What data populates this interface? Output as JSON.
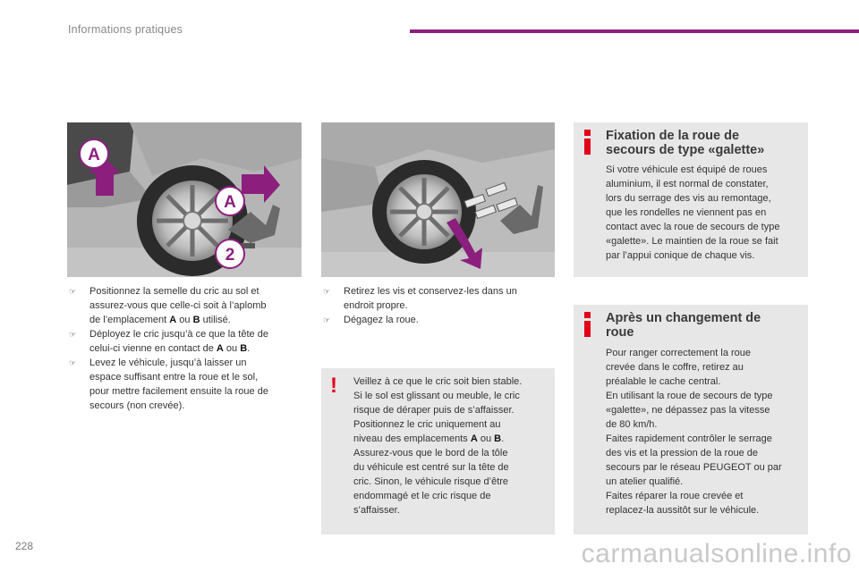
{
  "header": {
    "title": "Informations pratiques",
    "accent_color": "#8c1f7e"
  },
  "page_number": "228",
  "watermark": "carmanualsonline.info",
  "illustrations": {
    "left": {
      "labels": [
        "A",
        "A",
        "2"
      ]
    },
    "right": {}
  },
  "left_column": {
    "bullet_icon": "pointing-finger-icon",
    "items": [
      {
        "lines": [
          "Positionnez la semelle du cric au sol et",
          "assurez-vous que celle-ci soit à l’aplomb"
        ],
        "last_pre": "de l’emplacement ",
        "b1": "A",
        "mid": " ou ",
        "b2": "B",
        "post": " utilisé."
      },
      {
        "lines": [
          "Déployez le cric jusqu’à ce que la tête de"
        ],
        "last_pre": "celui-ci vienne en contact de ",
        "b1": "A",
        "mid": " ou ",
        "b2": "B",
        "post": "."
      },
      {
        "lines": [
          "Levez le véhicule, jusqu’à laisser un",
          "espace suffisant entre la roue et le sol,",
          "pour mettre facilement ensuite la roue de",
          "secours (non crevée)."
        ]
      }
    ]
  },
  "middle_column": {
    "items": [
      {
        "lines": [
          "Retirez les vis et conservez-les dans un",
          "endroit propre."
        ]
      },
      {
        "lines": [
          "Dégagez la roue."
        ]
      }
    ],
    "warning": {
      "icon": "exclamation-icon",
      "line1": "Veillez à ce que le cric soit bien stable.",
      "line2": "Si le sol est glissant ou meuble, le cric",
      "line3": "risque de déraper puis de s’affaisser.",
      "line4": "Positionnez le cric uniquement au",
      "line5_pre": "niveau des emplacements ",
      "b1": "A",
      "line5_mid": " ou ",
      "b2": "B",
      "line5_post": ".",
      "rest": [
        "Assurez-vous que le bord de la tôle",
        "du véhicule est centré sur la tête de",
        "cric. Sinon, le véhicule risque d’être",
        "endommagé et le cric risque de",
        "s’affaisser."
      ]
    }
  },
  "info_boxes": [
    {
      "icon": "info-icon",
      "title_lines": [
        "Fixation de la roue de",
        "secours de type «galette»"
      ],
      "lines": [
        "Si votre véhicule est équipé de roues",
        "aluminium, il est normal de constater,",
        "lors du serrage des vis au remontage,",
        "que les rondelles ne viennent pas en",
        "contact avec la roue de secours de type",
        "«galette». Le maintien de la roue se fait",
        "par l’appui conique de chaque vis."
      ]
    },
    {
      "icon": "info-icon",
      "title_lines": [
        "Après un changement de",
        "roue"
      ],
      "lines": [
        "Pour ranger correctement la roue",
        "crevée dans le coffre, retirez au",
        "préalable le cache central.",
        "En utilisant la roue de secours de type",
        "«galette», ne dépassez pas la vitesse",
        "de 80 km/h.",
        "Faites rapidement contrôler le serrage",
        "des vis et la pression de la roue de",
        "secours par le réseau PEUGEOT ou par",
        "un atelier qualifié.",
        "Faites réparer la roue crevée et",
        "replacez-la aussitôt sur le véhicule."
      ]
    }
  ],
  "colors": {
    "alert_red": "#e2001a",
    "box_grey": "#e7e7e7",
    "arrow_purple": "#8c1f7e"
  }
}
